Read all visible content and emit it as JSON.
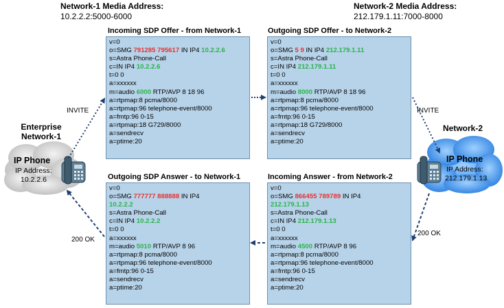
{
  "network1_header": {
    "title": "Network-1  Media Address:",
    "address": "10.2.2.2:5000-6000"
  },
  "network2_header": {
    "title": "Network-2  Media Address:",
    "address": "212.179.1.11:7000-8000"
  },
  "enterprise": {
    "label_line1": "Enterprise",
    "label_line2": "Network-1",
    "phone_title": "IP Phone",
    "ip_label": "IP Address:",
    "ip": "10.2.2.6"
  },
  "network2": {
    "label": "Network-2",
    "phone_title": "IP Phone",
    "ip_label": "IP Address:",
    "ip": "212.179.1.13"
  },
  "messages": {
    "invite_left": "INVITE",
    "invite_right": "INVITE",
    "ok_left": "200 OK",
    "ok_right": "200 OK"
  },
  "boxes": {
    "incoming_offer": {
      "title": "Incoming SDP Offer - from Network-1",
      "lines": [
        [
          {
            "t": "v=0"
          }
        ],
        [
          {
            "t": "o=SMG "
          },
          {
            "t": "791285 795617",
            "c": "r"
          },
          {
            "t": " IN IP4 "
          },
          {
            "t": "10.2.2.6",
            "c": "g"
          }
        ],
        [
          {
            "t": "s=Astra Phone-Call"
          }
        ],
        [
          {
            "t": "c=IN IP4 "
          },
          {
            "t": "10.2.2.6",
            "c": "g"
          }
        ],
        [
          {
            "t": "t=0 0"
          }
        ],
        [
          {
            "t": "a=xxxxxx"
          }
        ],
        [
          {
            "t": "m=audio "
          },
          {
            "t": "6000",
            "c": "g"
          },
          {
            "t": " RTP/AVP 8 18 96"
          }
        ],
        [
          {
            "t": "a=rtpmap:8 pcma/8000"
          }
        ],
        [
          {
            "t": "a=rtpmap:96 telephone-event/8000"
          }
        ],
        [
          {
            "t": "a=fmtp:96 0-15"
          }
        ],
        [
          {
            "t": "a=rtpmap:18 G729/8000"
          }
        ],
        [
          {
            "t": "a=sendrecv"
          }
        ],
        [
          {
            "t": "a=ptime:20"
          }
        ]
      ]
    },
    "outgoing_offer": {
      "title": "Outgoing  SDP Offer - to Network-2",
      "lines": [
        [
          {
            "t": "v=0"
          }
        ],
        [
          {
            "t": "o=SMG "
          },
          {
            "t": "5  9",
            "c": "r"
          },
          {
            "t": "  IN IP4 "
          },
          {
            "t": "212.179.1.11",
            "c": "g"
          }
        ],
        [
          {
            "t": "s=Astra Phone-Call"
          }
        ],
        [
          {
            "t": "c=IN IP4 "
          },
          {
            "t": "212.179.1.11",
            "c": "g"
          }
        ],
        [
          {
            "t": "t=0 0"
          }
        ],
        [
          {
            "t": "a=xxxxxx"
          }
        ],
        [
          {
            "t": "m=audio "
          },
          {
            "t": "8000",
            "c": "g"
          },
          {
            "t": " RTP/AVP 8 18 96"
          }
        ],
        [
          {
            "t": "a=rtpmap:8 pcma/8000"
          }
        ],
        [
          {
            "t": "a=rtpmap:96 telephone-event/8000"
          }
        ],
        [
          {
            "t": "a=fmtp:96 0-15"
          }
        ],
        [
          {
            "t": "a=rtpmap:18 G729/8000"
          }
        ],
        [
          {
            "t": "a=sendrecv"
          }
        ],
        [
          {
            "t": "a=ptime:20"
          }
        ]
      ]
    },
    "outgoing_answer": {
      "title": "Outgoing SDP Answer - to Network-1",
      "lines": [
        [
          {
            "t": "v=0"
          }
        ],
        [
          {
            "t": "o=SMG "
          },
          {
            "t": "777777 888888",
            "c": "r"
          },
          {
            "t": " IN IP4"
          }
        ],
        [
          {
            "t": "10.2.2.2",
            "c": "g"
          }
        ],
        [
          {
            "t": "s=Astra Phone-Call"
          }
        ],
        [
          {
            "t": "c=IN IP4 "
          },
          {
            "t": "10.2.2.2",
            "c": "g"
          }
        ],
        [
          {
            "t": "t=0 0"
          }
        ],
        [
          {
            "t": "a=xxxxxx"
          }
        ],
        [
          {
            "t": "m=audio "
          },
          {
            "t": "5010",
            "c": "g"
          },
          {
            "t": " RTP/AVP 8 96"
          }
        ],
        [
          {
            "t": "a=rtpmap:8 pcma/8000"
          }
        ],
        [
          {
            "t": "a=rtpmap:96 telephone-event/8000"
          }
        ],
        [
          {
            "t": "a=fmtp:96 0-15"
          }
        ],
        [
          {
            "t": "a=sendrecv"
          }
        ],
        [
          {
            "t": "a=ptime:20"
          }
        ]
      ]
    },
    "incoming_answer": {
      "title": "Incoming Answer - from Network-2",
      "lines": [
        [
          {
            "t": "v=0"
          }
        ],
        [
          {
            "t": "o=SMG "
          },
          {
            "t": "866455 789789",
            "c": "r"
          },
          {
            "t": "  IN IP4"
          }
        ],
        [
          {
            "t": "212.179.1.13",
            "c": "g"
          }
        ],
        [
          {
            "t": "s=Astra Phone-Call"
          }
        ],
        [
          {
            "t": "c=IN IP4 "
          },
          {
            "t": "212.179.1.13",
            "c": "g"
          }
        ],
        [
          {
            "t": "t=0 0"
          }
        ],
        [
          {
            "t": "a=xxxxxx"
          }
        ],
        [
          {
            "t": "m=audio "
          },
          {
            "t": "4500",
            "c": "g"
          },
          {
            "t": " RTP/AVP 8 96"
          }
        ],
        [
          {
            "t": "a=rtpmap:8 pcma/8000"
          }
        ],
        [
          {
            "t": "a=rtpmap:96 telephone-event/8000"
          }
        ],
        [
          {
            "t": "a=fmtp:96 0-15"
          }
        ],
        [
          {
            "t": "a=sendrecv"
          }
        ],
        [
          {
            "t": "a=ptime:20"
          }
        ]
      ]
    }
  },
  "colors": {
    "box_fill": "#b7d3e9",
    "address_red": "#e8302f",
    "address_green": "#29b24a",
    "arrow": "#1f3f6e"
  }
}
